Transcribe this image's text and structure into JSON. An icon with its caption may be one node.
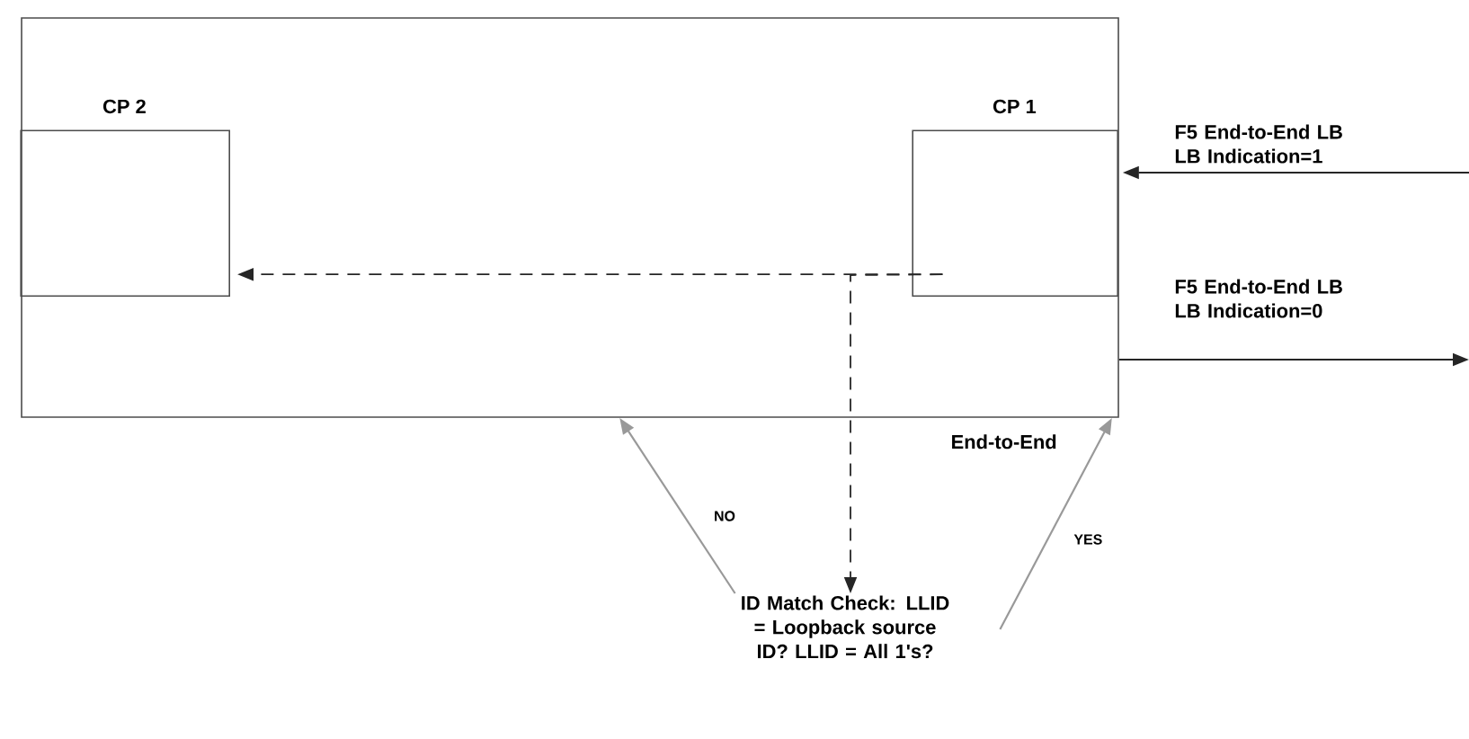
{
  "diagram": {
    "nodes": [
      {
        "text": [
          "End-to-End"
        ]
      },
      {
        "text": [
          "CP 2"
        ],
        "in": 0
      },
      {
        "text": [
          "CP 1"
        ],
        "in": 0
      },
      {
        "text": [
          "ID Match Check: LLID = Loopback source ID? LLID = All 1's?"
        ]
      }
    ],
    "edges": [
      {
        "from": null,
        "to": 0,
        "arrow": "to",
        "label": "F5 End-to-End LB LB Indication=1"
      },
      {
        "from": 0,
        "to": null,
        "arrow": "to",
        "label": "F5 End-to-End LB LB Indication=0"
      },
      {
        "from": 2,
        "to": 1,
        "arrow": "to",
        "style": "dashed"
      },
      {
        "from": 2,
        "to": 3,
        "arrow": "to",
        "style": "dashed"
      },
      {
        "from": 3,
        "to": 0,
        "arrow": "to",
        "label": "NO",
        "color": "#999999"
      },
      {
        "from": 3,
        "to": 0,
        "arrow": "to",
        "label": "YES",
        "color": "#999999"
      }
    ]
  }
}
